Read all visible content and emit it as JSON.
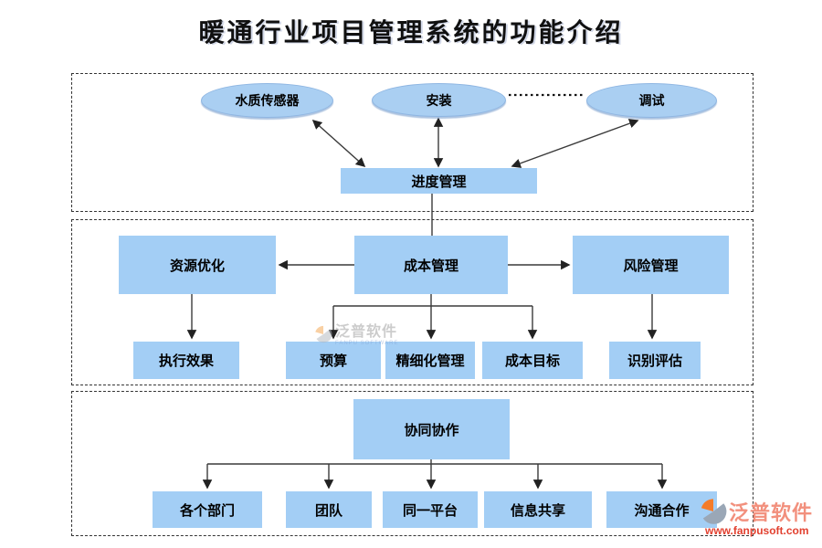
{
  "title": "暖通行业项目管理系统的功能介绍",
  "colors": {
    "node_fill": "#A3CEF5",
    "ellipse_fill": "#AACFF2",
    "connector": "#3a3a3a",
    "dashed_border": "#333333",
    "watermark_salmon": "#F2907D",
    "watermark_red": "#E2402F"
  },
  "diagram": {
    "progress_section": {
      "ellipses": [
        {
          "label": "水质传感器"
        },
        {
          "label": "安装"
        },
        {
          "label": "调试"
        }
      ],
      "hub": {
        "label": "进度管理"
      }
    },
    "cost_section": {
      "row": [
        {
          "label": "资源优化"
        },
        {
          "label": "成本管理"
        },
        {
          "label": "风险管理"
        }
      ],
      "leaves": [
        {
          "label": "执行效果"
        },
        {
          "label": "预算"
        },
        {
          "label": "精细化管理"
        },
        {
          "label": "成本目标"
        },
        {
          "label": "识别评估"
        }
      ]
    },
    "collab_section": {
      "hub": {
        "label": "协同协作"
      },
      "leaves": [
        {
          "label": "各个部门"
        },
        {
          "label": "团队"
        },
        {
          "label": "同一平台"
        },
        {
          "label": "信息共享"
        },
        {
          "label": "沟通合作"
        }
      ]
    }
  },
  "watermarks": {
    "inline": {
      "brand": "泛普软件",
      "sub": "FANPU SOFTWARE"
    },
    "corner": {
      "brand": "泛普软件",
      "url": "www.fanpusoft.com"
    }
  }
}
